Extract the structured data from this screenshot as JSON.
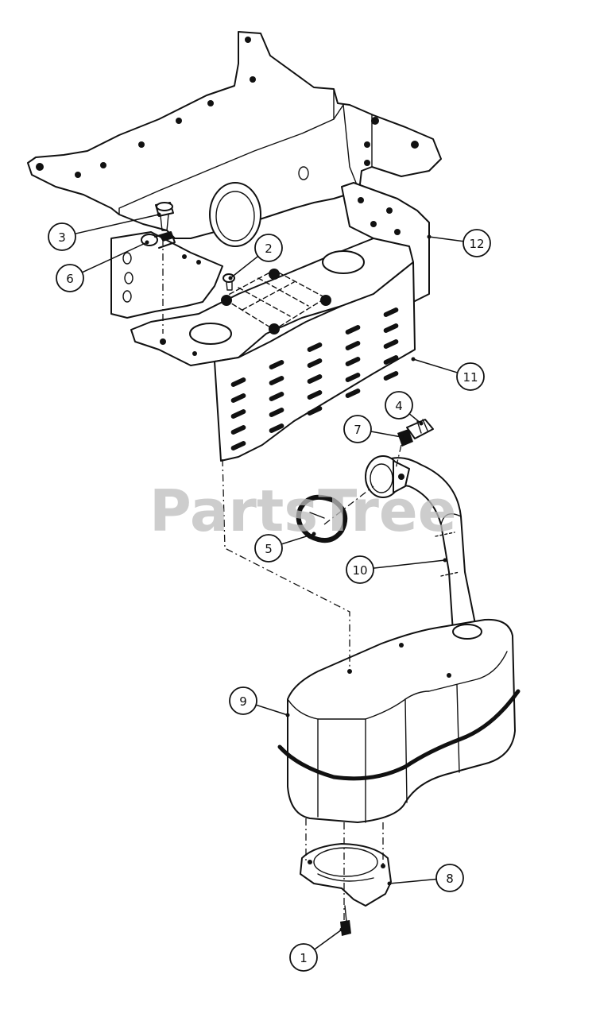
{
  "watermark": "PartsTree",
  "callouts": [
    {
      "id": "1",
      "label": "1"
    },
    {
      "id": "2",
      "label": "2"
    },
    {
      "id": "3",
      "label": "3"
    },
    {
      "id": "4",
      "label": "4"
    },
    {
      "id": "5",
      "label": "5"
    },
    {
      "id": "6",
      "label": "6"
    },
    {
      "id": "7",
      "label": "7"
    },
    {
      "id": "8",
      "label": "8"
    },
    {
      "id": "9",
      "label": "9"
    },
    {
      "id": "10",
      "label": "10"
    },
    {
      "id": "11",
      "label": "11"
    },
    {
      "id": "12",
      "label": "12"
    }
  ]
}
